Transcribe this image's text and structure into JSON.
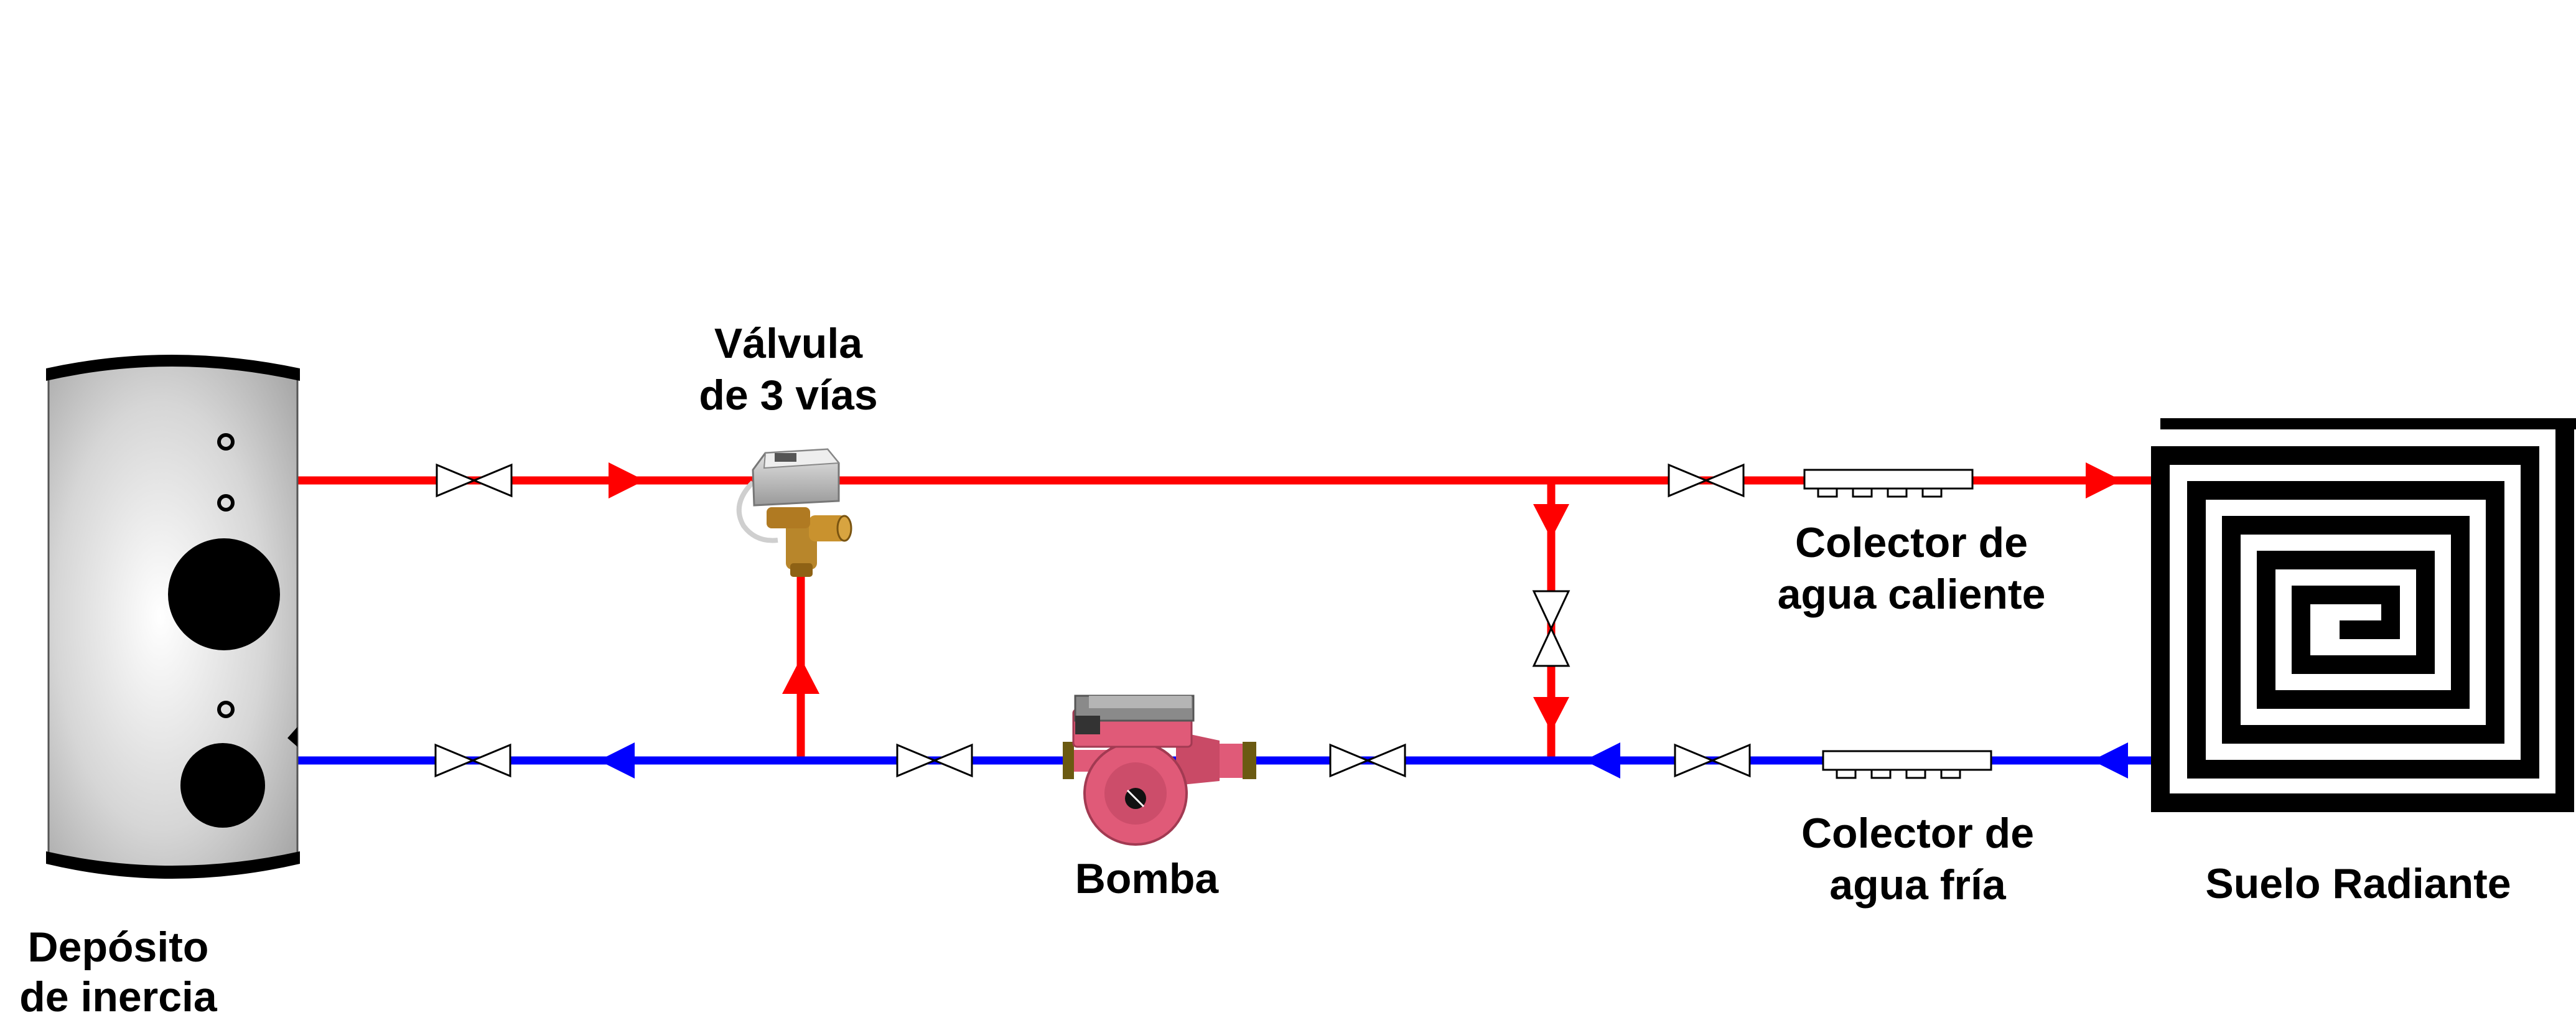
{
  "labels": {
    "tank": [
      "Depósito",
      "de inercia"
    ],
    "valve": [
      "Válvula",
      "de 3 vías"
    ],
    "pump": "Bomba",
    "hot_manifold": [
      "Colector de",
      "agua caliente"
    ],
    "cold_manifold": [
      "Colector de",
      "agua fría"
    ],
    "floor": "Suelo Radiante"
  },
  "colors": {
    "hot_pipe": "#ff0000",
    "cold_pipe": "#0000ff",
    "tank_body": "#d6d6d6",
    "pump_body": "#e05a78",
    "valve_actuator": "#c8c8c8",
    "valve_body": "#b8862b",
    "coil": "#000000"
  },
  "icons": [
    "buffer-tank-icon",
    "three-way-valve-icon",
    "circulation-pump-icon",
    "gate-valve-icon",
    "manifold-icon",
    "underfloor-heating-coil-icon",
    "flow-arrow-icon"
  ]
}
